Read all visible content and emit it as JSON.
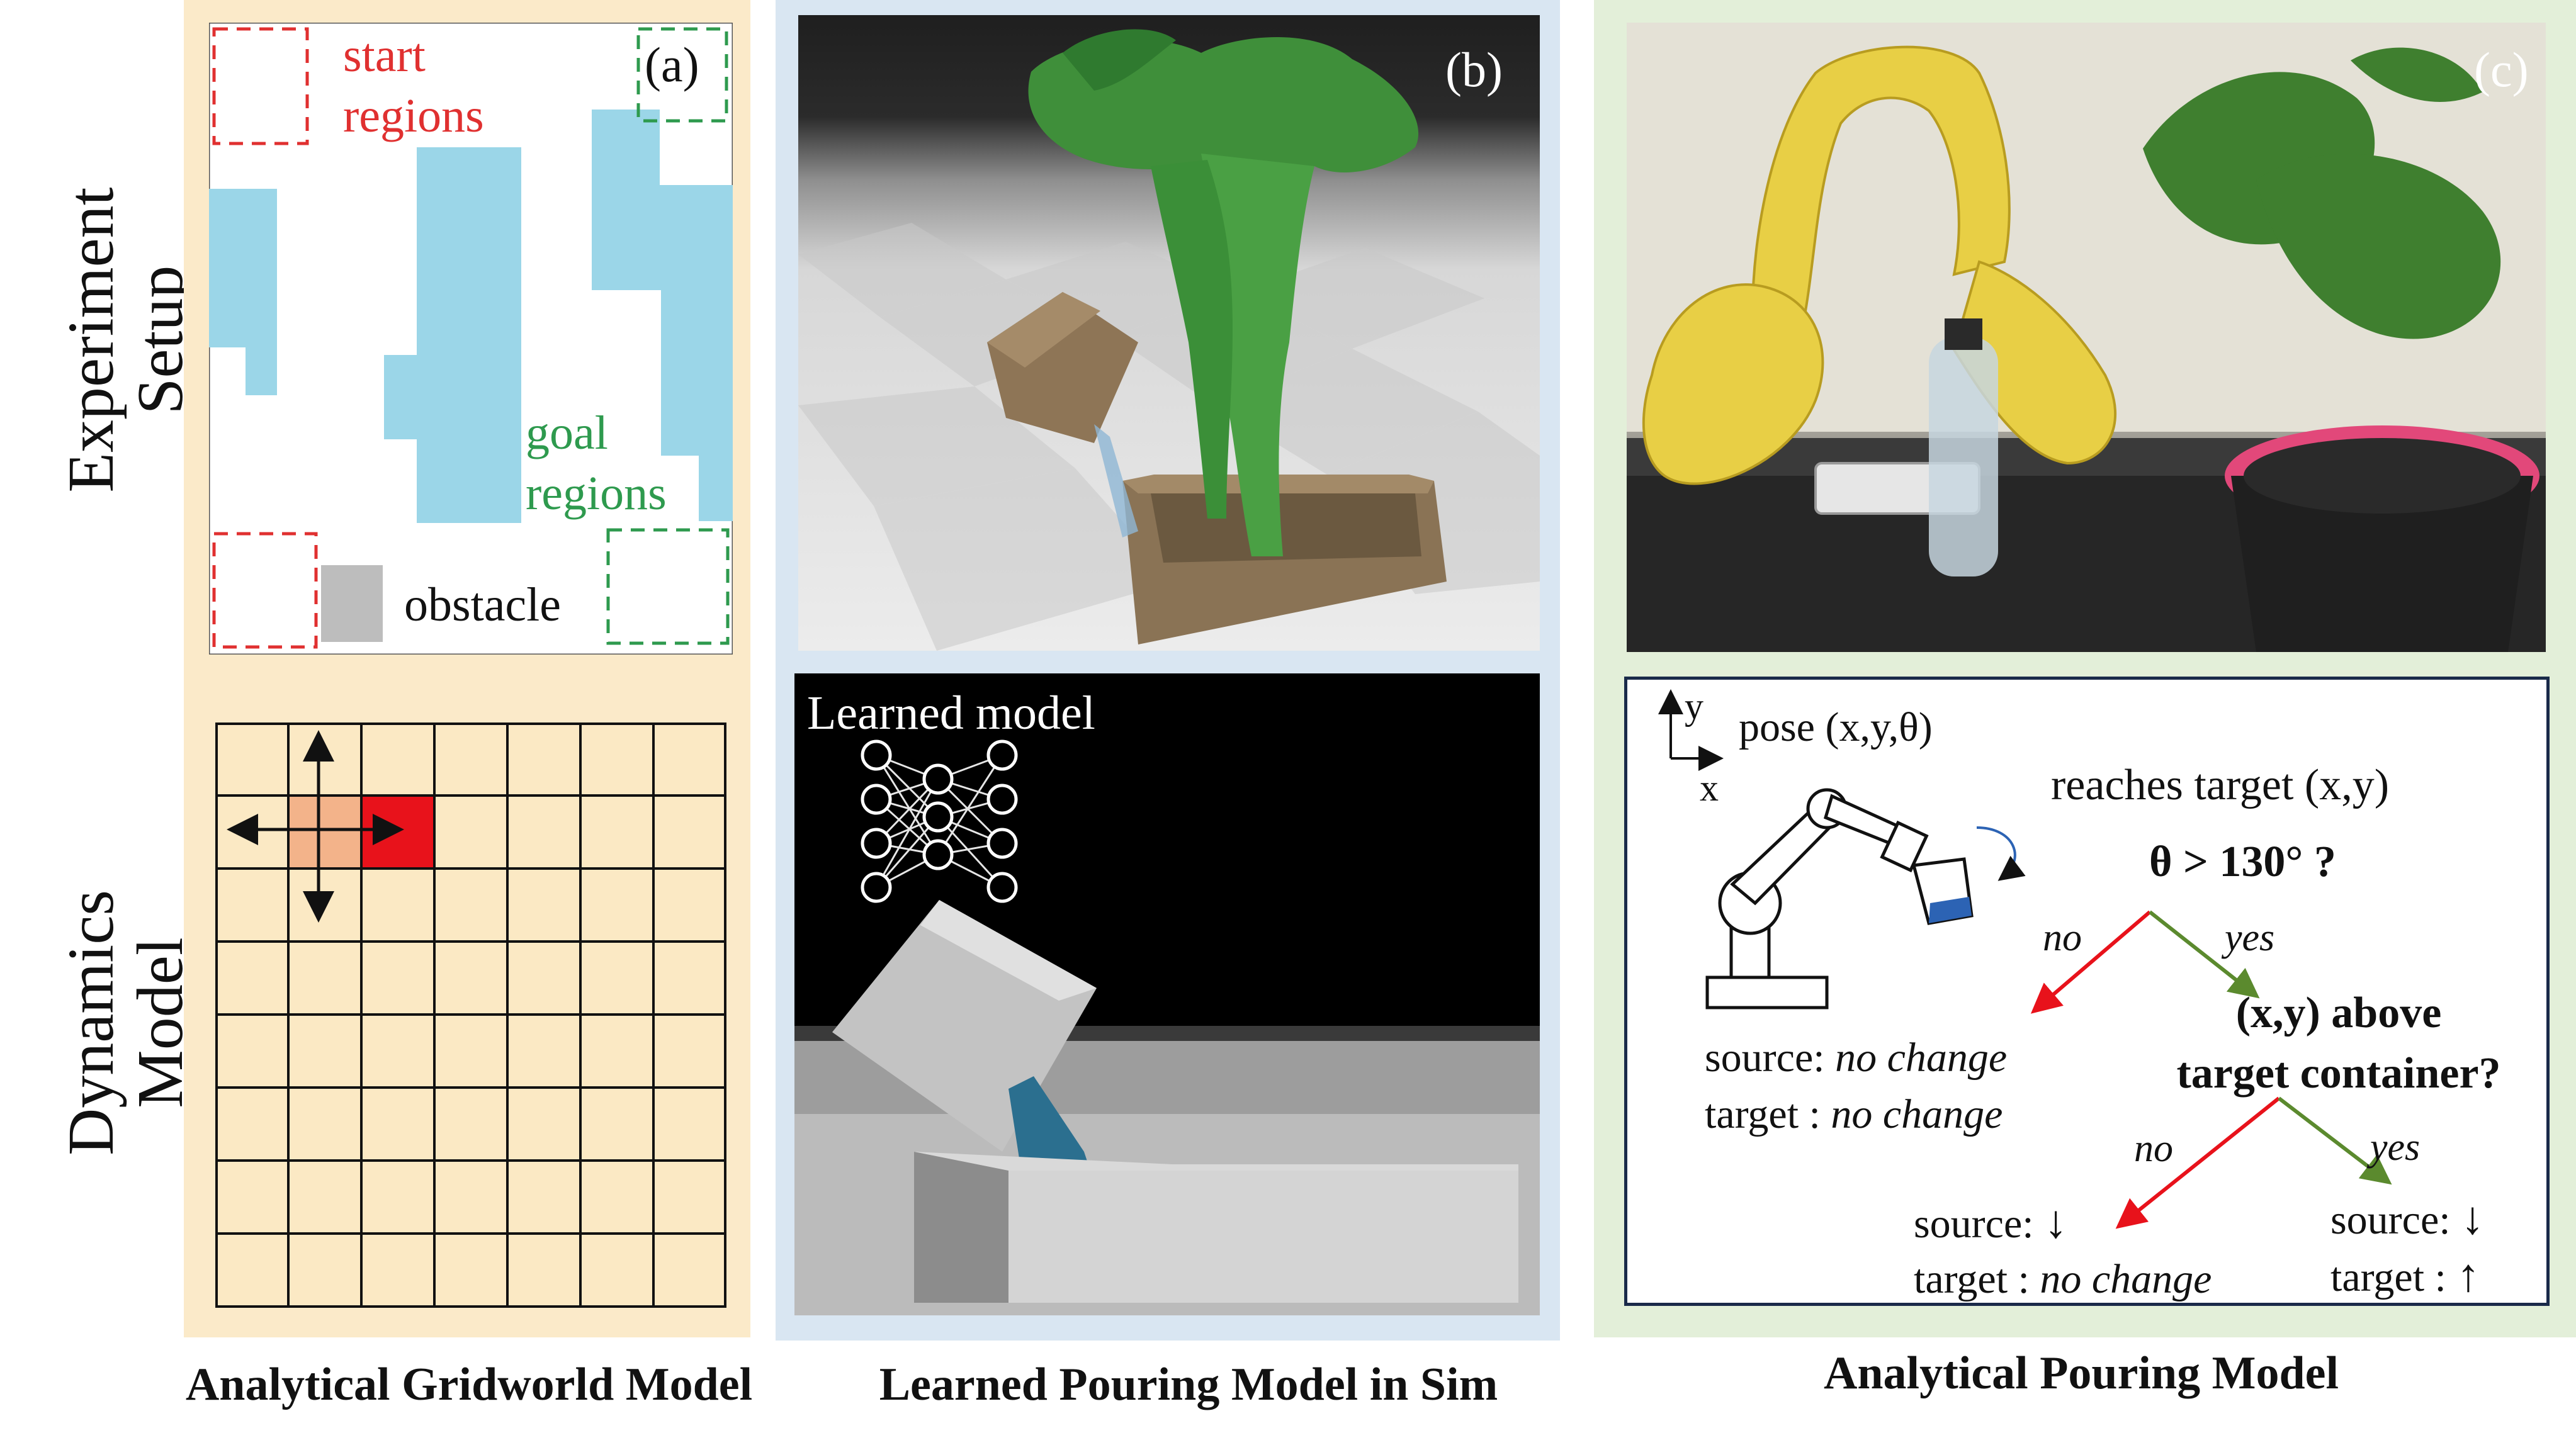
{
  "row_labels": {
    "setup_line1": "Experiment",
    "setup_line2": "Setup",
    "dynamics_line1": "Dynamics",
    "dynamics_line2": "Model"
  },
  "captions": {
    "a": "Analytical Gridworld Model",
    "b": "Learned Pouring Model in Sim",
    "c": "Analytical Pouring Model"
  },
  "panel_a": {
    "tag": "(a)",
    "start_line1": "start",
    "start_line2": "regions",
    "goal_line1": "goal",
    "goal_line2": "regions",
    "obstacle": "obstacle",
    "colors": {
      "start": "#e03030",
      "goal": "#2e9a4e",
      "water": "#9bd6e8",
      "obstacle": "#bdbdbd",
      "grid_bg": "#fbe9c4"
    }
  },
  "panel_b": {
    "tag": "(b)",
    "learned_model": "Learned model"
  },
  "panel_c": {
    "tag": "(c)",
    "axis_y": "y",
    "axis_x": "x",
    "pose": "pose (x,y,θ)",
    "reaches": "reaches target (x,y)",
    "theta_q": "θ > 130° ?",
    "no1": "no",
    "yes1": "yes",
    "above_line1": "(x,y) above",
    "above_line2": "target container?",
    "src_nochange_label": "source: ",
    "src_nochange_value": "no change",
    "tgt_nochange_label": "target : ",
    "tgt_nochange_value": "no change",
    "no2": "no",
    "yes2": "yes",
    "src_down_label": "source: ",
    "src_down_arrow": "↓",
    "tgt_nc2_label": "target : ",
    "tgt_nc2_value": "no change",
    "src_down2_label": "source: ",
    "src_down2_arrow": "↓",
    "tgt_up_label": "target : ",
    "tgt_up_arrow": "↑"
  }
}
